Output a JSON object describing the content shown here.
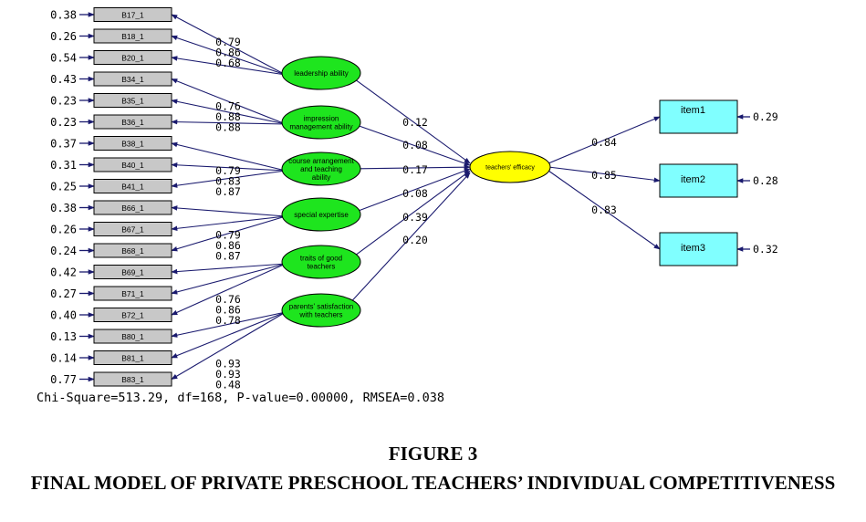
{
  "observed_items": [
    {
      "label": "B17_1",
      "error": "0.38"
    },
    {
      "label": "B18_1",
      "error": "0.26"
    },
    {
      "label": "B20_1",
      "error": "0.54"
    },
    {
      "label": "B34_1",
      "error": "0.43"
    },
    {
      "label": "B35_1",
      "error": "0.23"
    },
    {
      "label": "B36_1",
      "error": "0.23"
    },
    {
      "label": "B38_1",
      "error": "0.37"
    },
    {
      "label": "B40_1",
      "error": "0.31"
    },
    {
      "label": "B41_1",
      "error": "0.25"
    },
    {
      "label": "B66_1",
      "error": "0.38"
    },
    {
      "label": "B67_1",
      "error": "0.26"
    },
    {
      "label": "B68_1",
      "error": "0.24"
    },
    {
      "label": "B69_1",
      "error": "0.42"
    },
    {
      "label": "B71_1",
      "error": "0.27"
    },
    {
      "label": "B72_1",
      "error": "0.40"
    },
    {
      "label": "B80_1",
      "error": "0.13"
    },
    {
      "label": "B81_1",
      "error": "0.14"
    },
    {
      "label": "B83_1",
      "error": "0.77"
    }
  ],
  "latent_factors": [
    {
      "label_lines": [
        "leadership ability"
      ],
      "loadings": [
        "0.79",
        "0.86",
        "0.68"
      ],
      "path": "0.12"
    },
    {
      "label_lines": [
        "impression",
        "management ability"
      ],
      "loadings": [
        "0.76",
        "0.88",
        "0.88"
      ],
      "path": "0.08"
    },
    {
      "label_lines": [
        "course arrangement",
        "and teaching",
        "ability"
      ],
      "loadings": [
        "0.79",
        "0.83",
        "0.87"
      ],
      "path": "0.17"
    },
    {
      "label_lines": [
        "special expertise"
      ],
      "loadings": [
        "0.79",
        "0.86",
        "0.87"
      ],
      "path": "0.08"
    },
    {
      "label_lines": [
        "traits of good",
        "teachers"
      ],
      "loadings": [
        "0.76",
        "0.86",
        "0.78"
      ],
      "path": "0.39"
    },
    {
      "label_lines": [
        "parents' satisfaction",
        "with teachers"
      ],
      "loadings": [
        "0.93",
        "0.93",
        "0.48"
      ],
      "path": "0.20"
    }
  ],
  "outcome": {
    "label": "teachers' efficacy",
    "indicators": [
      {
        "label": "item1",
        "loading": "0.84",
        "error": "0.29"
      },
      {
        "label": "item2",
        "loading": "0.85",
        "error": "0.28"
      },
      {
        "label": "item3",
        "loading": "0.83",
        "error": "0.32"
      }
    ]
  },
  "fit_statistics": "Chi-Square=513.29, df=168, P-value=0.00000, RMSEA=0.038",
  "caption": {
    "figure_label": "FIGURE 3",
    "title": "FINAL MODEL OF PRIVATE PRESCHOOL TEACHERS’ INDIVIDUAL COMPETITIVENESS"
  },
  "colors": {
    "line": "#1a1a6e",
    "item_box": "#c8c8c8",
    "latent_fill": "#1ee51e",
    "outcome_fill": "#ffff00",
    "indicator_fill": "#80ffff"
  }
}
